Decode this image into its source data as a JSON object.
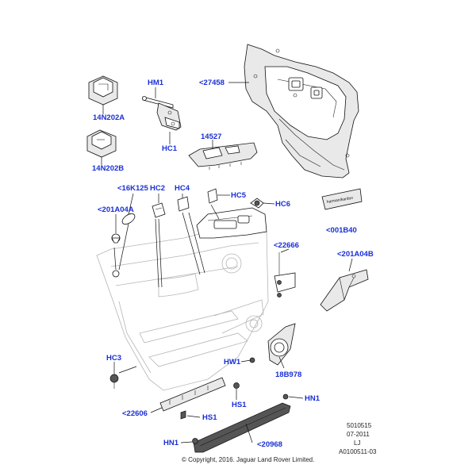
{
  "callouts": {
    "c14n202a": "14N202A",
    "c14n202b": "14N202B",
    "hm1": "HM1",
    "hc1": "HC1",
    "c27458": "<27458",
    "c14527": "14527",
    "c16k125": "<16K125",
    "hc2": "HC2",
    "hc4": "HC4",
    "hc5": "HC5",
    "hc6": "HC6",
    "c201a04a": "<201A04A",
    "c001b40": "<001B40",
    "c22666": "<22666",
    "c201a04b": "<201A04B",
    "hc3": "HC3",
    "hw1": "HW1",
    "c18b978": "18B978",
    "c22606": "<22606",
    "hs1a": "HS1",
    "hs1b": "HS1",
    "hn1a": "HN1",
    "hn1b": "HN1",
    "c20968": "<20968"
  },
  "badge_text": "harman/kardon",
  "reference": {
    "code": "5010515",
    "date": "07-2011",
    "initials": "LJ",
    "drawing": "A0100511-03"
  },
  "copyright": "© Copyright, 2016. Jaguar Land Rover Limited."
}
